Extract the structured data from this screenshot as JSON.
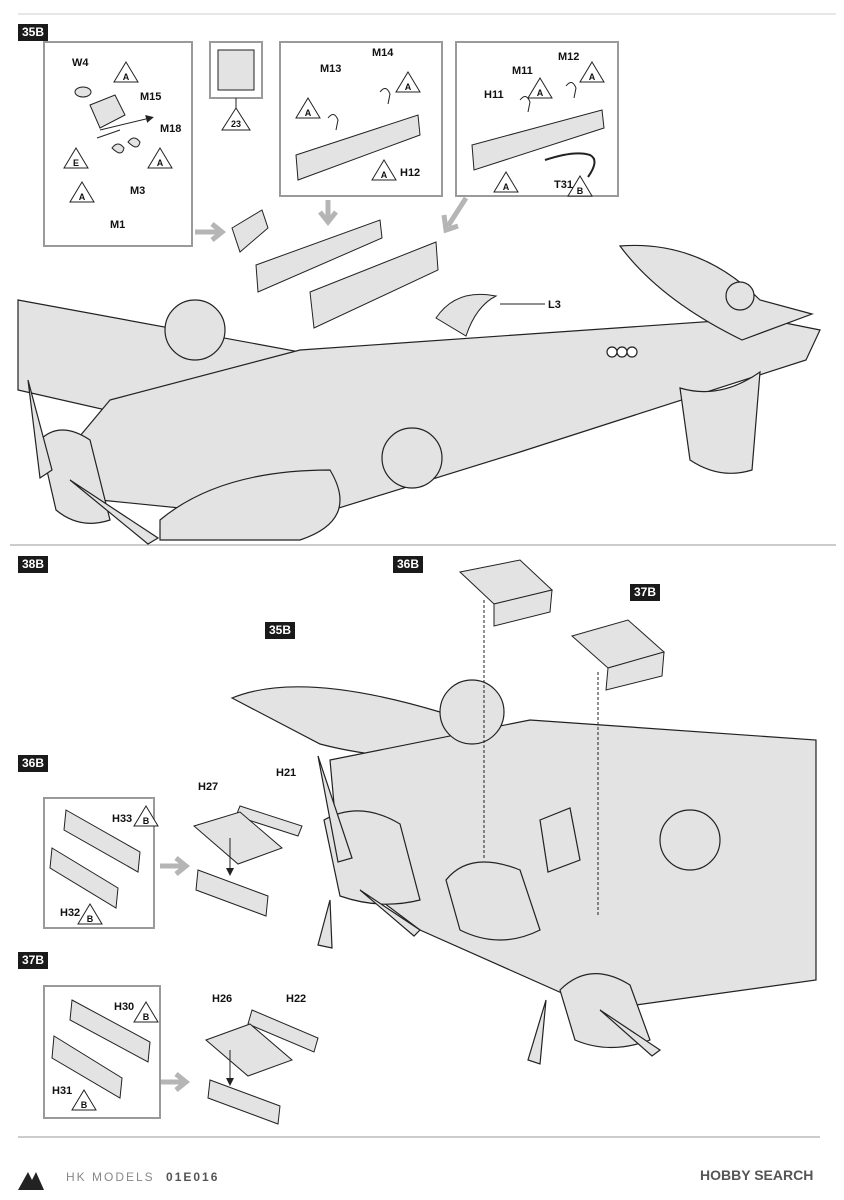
{
  "steps": {
    "s35b": "35B",
    "s38b": "38B",
    "s36b": "36B",
    "s37b": "37B",
    "ref36b": "36B",
    "ref37b": "37B",
    "ref35b": "35B"
  },
  "parts": {
    "W4": "W4",
    "M15": "M15",
    "M18": "M18",
    "M3": "M3",
    "M1": "M1",
    "M13": "M13",
    "M14": "M14",
    "H12": "H12",
    "M11": "M11",
    "M12": "M12",
    "H11": "H11",
    "T31": "T31",
    "L3": "L3",
    "H27": "H27",
    "H21": "H21",
    "H33": "H33",
    "H32": "H32",
    "H26": "H26",
    "H22": "H22",
    "H30": "H30",
    "H31": "H31"
  },
  "markers": {
    "A": "A",
    "B": "B",
    "E": "E",
    "ref23": "23"
  },
  "footer": {
    "brand_small": "HK MODELS",
    "brand": "HK MODELS",
    "code": "01E016",
    "watermark": "HOBBY SEARCH"
  },
  "colors": {
    "line": "#1a1a1a",
    "fill": "#e3e3e3",
    "frame": "#9a9a9a",
    "arrow": "#b5b5b5"
  }
}
